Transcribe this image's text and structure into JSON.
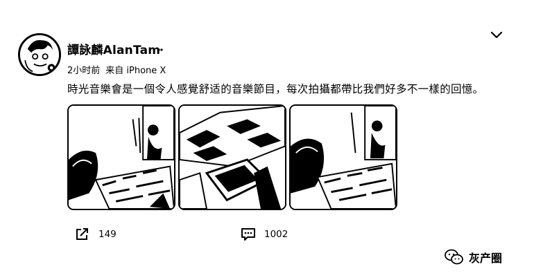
{
  "post": {
    "author": "譚詠麟AlanTam",
    "time": "2小时前",
    "source": "来自 iPhone X",
    "text": "時光音樂會是一個令人感覺舒适的音樂節目，每次拍攝都帶比我們好多不一樣的回憶。"
  },
  "photos": [
    {
      "alt": "photo-1"
    },
    {
      "alt": "photo-2"
    },
    {
      "alt": "photo-3"
    }
  ],
  "actions": {
    "share_count": "149",
    "comment_count": "1002"
  },
  "watermark": {
    "text": "灰产圈"
  },
  "icons": {
    "menu": "chevron-down-icon",
    "share": "share-icon",
    "comment": "comment-icon",
    "watermark": "wechat-icon"
  }
}
